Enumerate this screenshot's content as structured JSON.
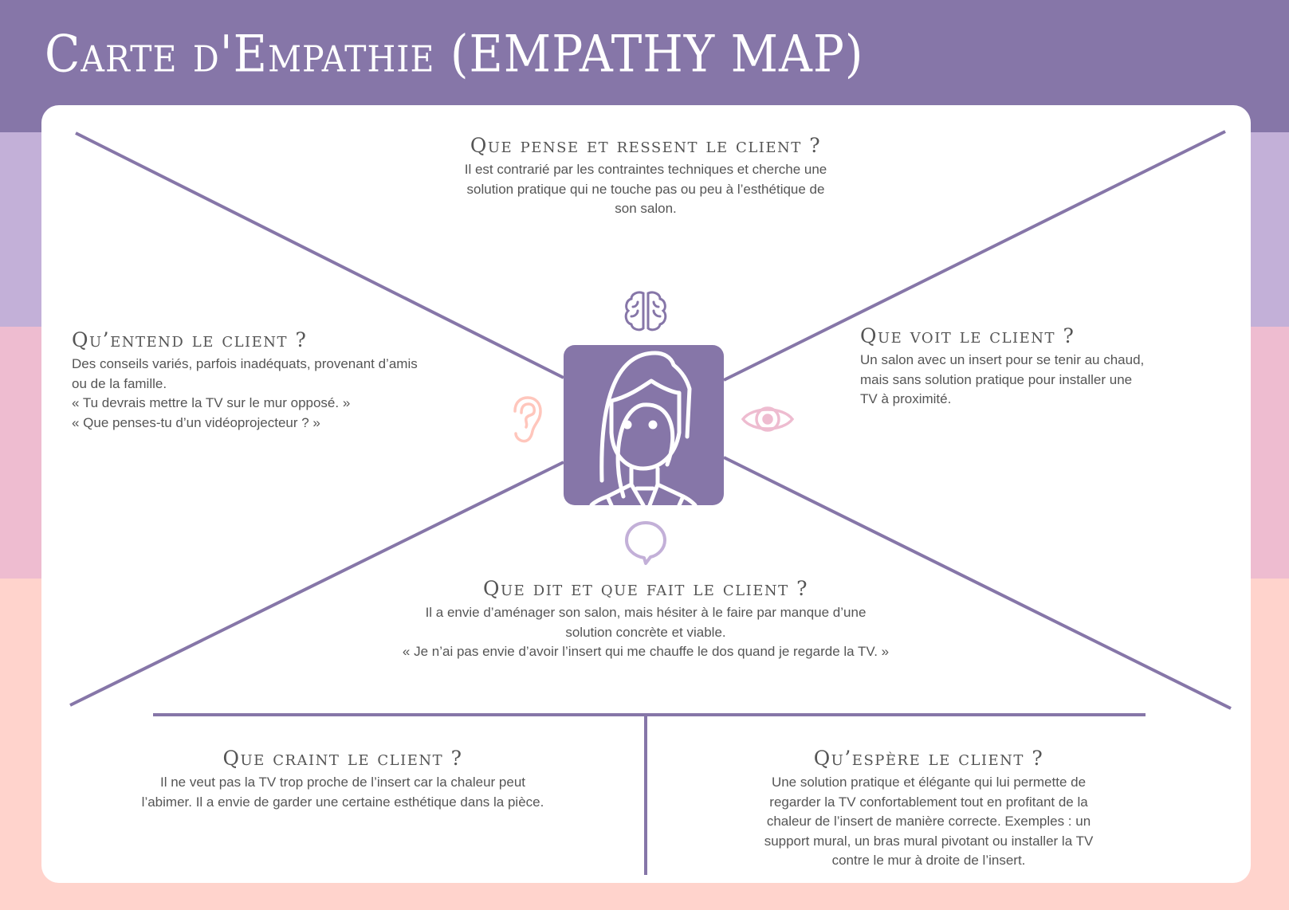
{
  "title": "Carte d'Empathie (EMPATHY MAP)",
  "colors": {
    "header": "#8676a8",
    "lavender": "#c3b0d8",
    "pink": "#eebcd0",
    "peach": "#ffd3cc",
    "line": "#8676a8",
    "text": "#555555"
  },
  "sections": {
    "thinks": {
      "heading": "Que pense et ressent le client ?",
      "lines": [
        "Il est contrarié par les contraintes techniques et cherche une",
        "solution pratique qui ne touche pas ou peu à l’esthétique de",
        "son salon."
      ]
    },
    "hears": {
      "heading": "Qu’entend le client ?",
      "lines": [
        "Des conseils variés, parfois inadéquats, provenant d’amis",
        "ou de la famille.",
        "« Tu devrais mettre la TV sur le mur opposé. »",
        "« Que penses-tu d’un vidéoprojecteur ? »"
      ]
    },
    "sees": {
      "heading": "Que voit le client ?",
      "lines": [
        "Un salon avec un insert pour se tenir au chaud,",
        "mais sans solution pratique pour installer une",
        "TV à proximité."
      ]
    },
    "says": {
      "heading": "Que dit et que fait le client ?",
      "lines": [
        "Il a envie d’aménager son salon, mais hésiter à le faire par manque d’une",
        "solution concrète et viable.",
        "« Je n’ai pas envie d’avoir l’insert qui me chauffe le dos quand je regarde la TV. »"
      ]
    },
    "fears": {
      "heading": "Que craint le client ?",
      "lines": [
        "Il ne veut pas la TV trop proche de l’insert car la chaleur peut",
        "l’abimer. Il a envie de garder une certaine esthétique dans la pièce."
      ]
    },
    "hopes": {
      "heading": "Qu’espère le client ?",
      "lines": [
        "Une solution pratique et élégante qui lui permette de",
        "regarder la TV confortablement tout en profitant de la",
        "chaleur de l’insert de manière correcte. Exemples : un",
        "support mural, un bras mural pivotant ou installer la TV",
        "contre le mur à droite de l’insert."
      ]
    }
  },
  "icons": [
    "brain-icon",
    "ear-icon",
    "eye-icon",
    "speech-bubble-icon",
    "person-avatar-icon"
  ]
}
